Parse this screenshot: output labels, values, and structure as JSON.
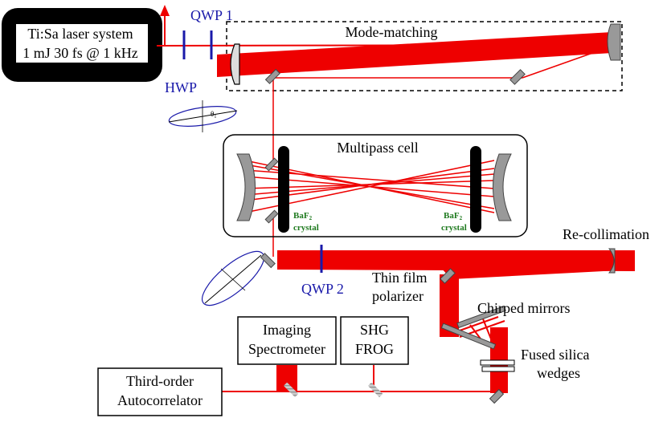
{
  "laser": {
    "line1": "Ti:Sa laser system",
    "line2": "1 mJ 30 fs @ 1 kHz"
  },
  "labels": {
    "qwp1": "QWP 1",
    "hwp": "HWP",
    "mode_matching": "Mode-matching",
    "multipass_cell": "Multipass cell",
    "baf2_left": "BaF",
    "baf2_right": "BaF",
    "sub2": "2",
    "crystal": "crystal",
    "recollimation": "Re-collimation",
    "qwp2": "QWP 2",
    "thin_film_1": "Thin film",
    "thin_film_2": "polarizer",
    "chirped_mirrors": "Chirped mirrors",
    "fused_silica_1": "Fused silica",
    "fused_silica_2": "wedges",
    "imaging_1": "Imaging",
    "imaging_2": "Spectrometer",
    "shg_1": "SHG",
    "shg_2": "FROG",
    "tac_1": "Third-order",
    "tac_2": "Autocorrelator",
    "theta": "θ",
    "theta_sub": "1"
  },
  "colors": {
    "beam": "#ee0000",
    "waveplate": "#1a1aaa",
    "mirror": "#999999",
    "crystal": "#000000"
  }
}
